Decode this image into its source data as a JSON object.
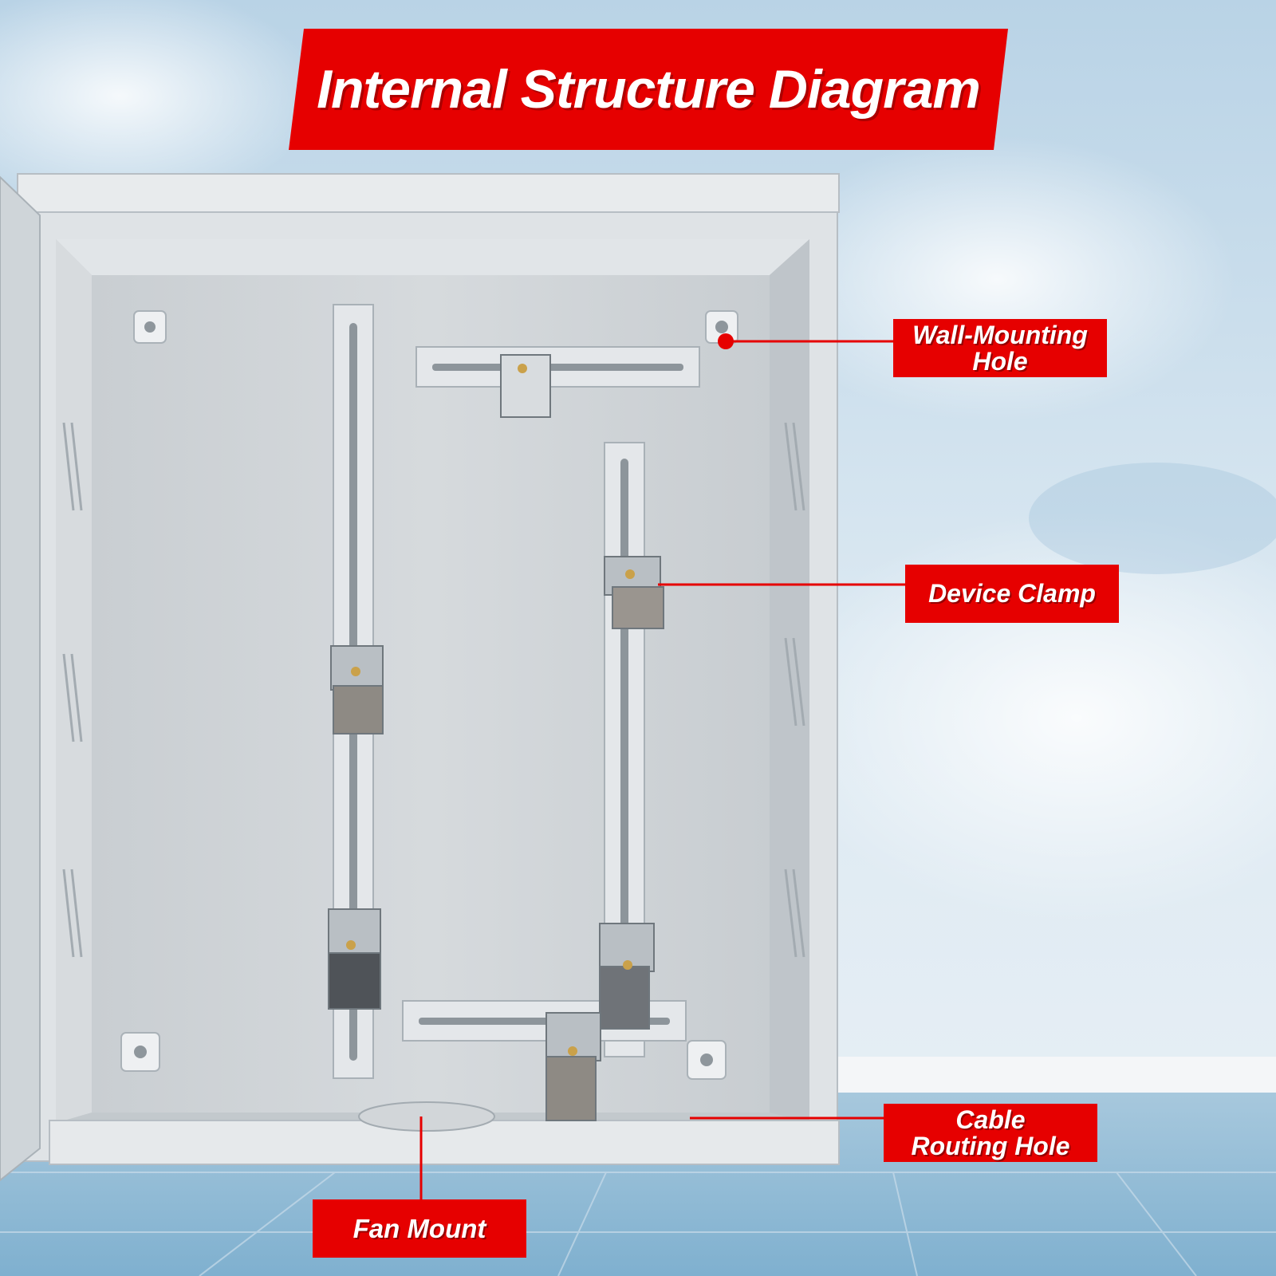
{
  "title": "Internal Structure Diagram",
  "colors": {
    "banner_red": "#e60000",
    "sky_top": "#c7dbe9",
    "sky_bottom": "#d9e8f1",
    "floor": "#9fc3da",
    "cabinet": "#dfe3e6",
    "cabinet_inner": "#cfd4d8"
  },
  "callouts": {
    "wall_mounting_hole": {
      "line1": "Wall-Mounting",
      "line2": "Hole"
    },
    "device_clamp": {
      "line1": "Device Clamp"
    },
    "cable_routing_hole": {
      "line1": "Cable",
      "line2": "Routing Hole"
    },
    "fan_mount": {
      "line1": "Fan Mount"
    }
  }
}
